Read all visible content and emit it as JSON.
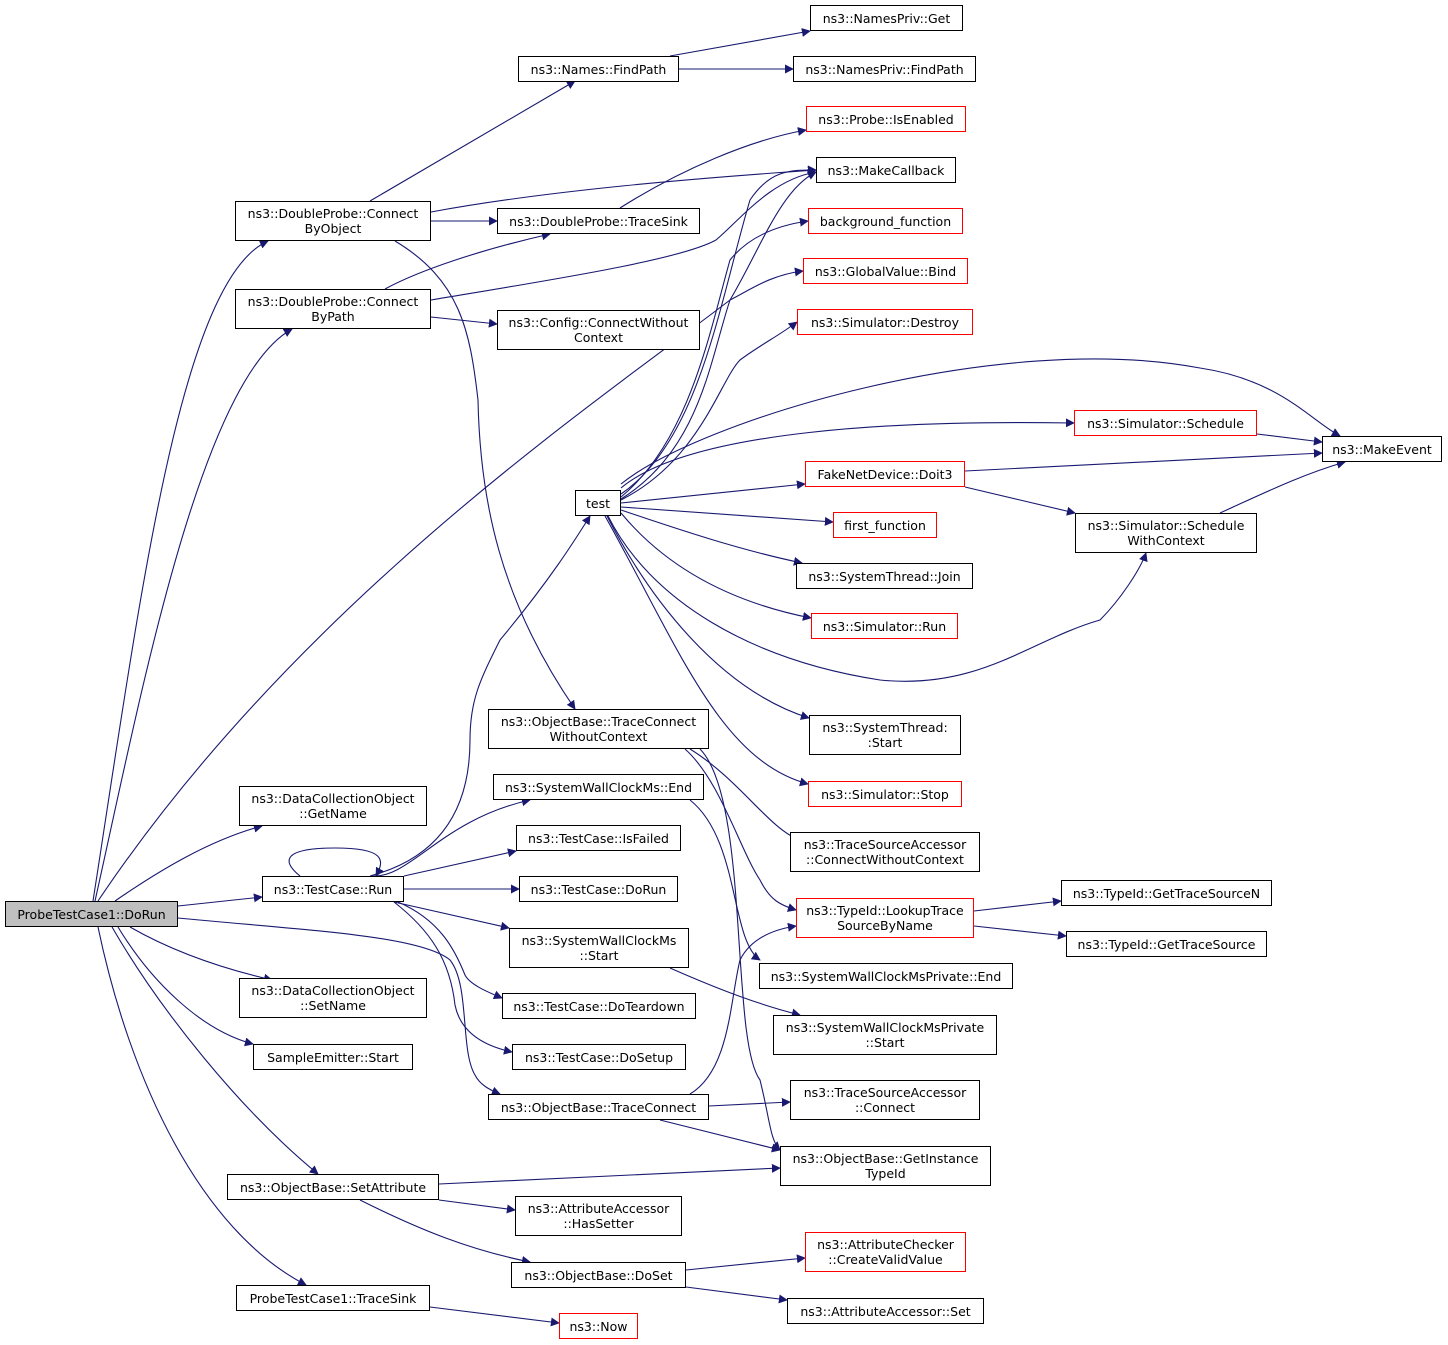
{
  "colors": {
    "edge": "#191970",
    "normal_border": "#000000",
    "truncated_border": "#ff0000",
    "root_fill": "#bfbfbf"
  },
  "nodes": {
    "root": {
      "lines": [
        "ProbeTestCase1::DoRun"
      ]
    },
    "dp_connect_byobject": {
      "lines": [
        "ns3::DoubleProbe::Connect",
        "ByObject"
      ]
    },
    "dp_connect_bypath": {
      "lines": [
        "ns3::DoubleProbe::Connect",
        "ByPath"
      ]
    },
    "dco_getname": {
      "lines": [
        "ns3::DataCollectionObject",
        "::GetName"
      ]
    },
    "tc_run": {
      "lines": [
        "ns3::TestCase::Run"
      ]
    },
    "dco_setname": {
      "lines": [
        "ns3::DataCollectionObject",
        "::SetName"
      ]
    },
    "se_start": {
      "lines": [
        "SampleEmitter::Start"
      ]
    },
    "ob_setattribute": {
      "lines": [
        "ns3::ObjectBase::SetAttribute"
      ]
    },
    "ptc_tracesink": {
      "lines": [
        "ProbeTestCase1::TraceSink"
      ]
    },
    "names_findpath": {
      "lines": [
        "ns3::Names::FindPath"
      ]
    },
    "dp_tracesink": {
      "lines": [
        "ns3::DoubleProbe::TraceSink"
      ]
    },
    "config_connect": {
      "lines": [
        "ns3::Config::ConnectWithout",
        "Context"
      ]
    },
    "test": {
      "lines": [
        "test"
      ]
    },
    "ob_traceconnect_wc": {
      "lines": [
        "ns3::ObjectBase::TraceConnect",
        "WithoutContext"
      ]
    },
    "swc_end": {
      "lines": [
        "ns3::SystemWallClockMs::End"
      ]
    },
    "tc_isfailed": {
      "lines": [
        "ns3::TestCase::IsFailed"
      ]
    },
    "tc_dorun": {
      "lines": [
        "ns3::TestCase::DoRun"
      ]
    },
    "swc_start": {
      "lines": [
        "ns3::SystemWallClockMs",
        "::Start"
      ]
    },
    "tc_doteardown": {
      "lines": [
        "ns3::TestCase::DoTeardown"
      ]
    },
    "tc_dosetup": {
      "lines": [
        "ns3::TestCase::DoSetup"
      ]
    },
    "ob_traceconnect": {
      "lines": [
        "ns3::ObjectBase::TraceConnect"
      ]
    },
    "aa_hassetter": {
      "lines": [
        "ns3::AttributeAccessor",
        "::HasSetter"
      ]
    },
    "ob_doset": {
      "lines": [
        "ns3::ObjectBase::DoSet"
      ]
    },
    "now": {
      "lines": [
        "ns3::Now"
      ]
    },
    "namespriv_get": {
      "lines": [
        "ns3::NamesPriv::Get"
      ]
    },
    "namespriv_findpath": {
      "lines": [
        "ns3::NamesPriv::FindPath"
      ]
    },
    "probe_isenabled": {
      "lines": [
        "ns3::Probe::IsEnabled"
      ]
    },
    "makecallback": {
      "lines": [
        "ns3::MakeCallback"
      ]
    },
    "background_function": {
      "lines": [
        "background_function"
      ]
    },
    "globalvalue_bind": {
      "lines": [
        "ns3::GlobalValue::Bind"
      ]
    },
    "sim_destroy": {
      "lines": [
        "ns3::Simulator::Destroy"
      ]
    },
    "sim_schedule": {
      "lines": [
        "ns3::Simulator::Schedule"
      ]
    },
    "fakenet_doit3": {
      "lines": [
        "FakeNetDevice::Doit3"
      ]
    },
    "first_function": {
      "lines": [
        "first_function"
      ]
    },
    "systhread_join": {
      "lines": [
        "ns3::SystemThread::Join"
      ]
    },
    "sim_run": {
      "lines": [
        "ns3::Simulator::Run"
      ]
    },
    "systhread_start": {
      "lines": [
        "ns3::SystemThread:",
        ":Start"
      ]
    },
    "sim_stop": {
      "lines": [
        "ns3::Simulator::Stop"
      ]
    },
    "tsa_connect_wc": {
      "lines": [
        "ns3::TraceSourceAccessor",
        "::ConnectWithoutContext"
      ]
    },
    "typeid_lookup": {
      "lines": [
        "ns3::TypeId::LookupTrace",
        "SourceByName"
      ]
    },
    "swcp_end": {
      "lines": [
        "ns3::SystemWallClockMsPrivate::End"
      ]
    },
    "swcp_start": {
      "lines": [
        "ns3::SystemWallClockMsPrivate",
        "::Start"
      ]
    },
    "tsa_connect": {
      "lines": [
        "ns3::TraceSourceAccessor",
        "::Connect"
      ]
    },
    "ob_getinstancetypeid": {
      "lines": [
        "ns3::ObjectBase::GetInstance",
        "TypeId"
      ]
    },
    "ac_createvalid": {
      "lines": [
        "ns3::AttributeChecker",
        "::CreateValidValue"
      ]
    },
    "aa_set": {
      "lines": [
        "ns3::AttributeAccessor::Set"
      ]
    },
    "sim_schedulewc": {
      "lines": [
        "ns3::Simulator::Schedule",
        "WithContext"
      ]
    },
    "typeid_gettsn": {
      "lines": [
        "ns3::TypeId::GetTraceSourceN"
      ]
    },
    "typeid_getts": {
      "lines": [
        "ns3::TypeId::GetTraceSource"
      ]
    },
    "makeevent": {
      "lines": [
        "ns3::MakeEvent"
      ]
    }
  }
}
